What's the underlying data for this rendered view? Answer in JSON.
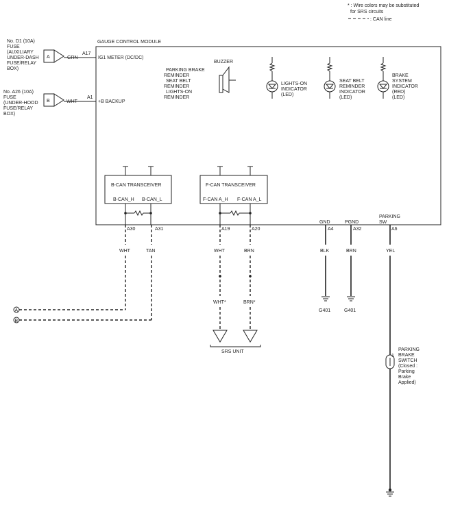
{
  "legend": {
    "substitute_note_1": "* : Wire colors may be substituted",
    "substitute_note_2": "for SRS circuits",
    "can_line": ": CAN line"
  },
  "module": {
    "title": "GAUGE CONTROL MODULE",
    "ig1_label": "IG1 METER (DC/DC)",
    "backup_label": "+B BACKUP",
    "buzzer": "BUZZER",
    "reminders": [
      "PARKING BRAKE",
      "REMINDER",
      "SEAT BELT",
      "REMINDER",
      "LIGHTS-ON",
      "REMINDER"
    ],
    "lights_on": [
      "LIGHTS-ON",
      "INDICATOR",
      "(LED)"
    ],
    "seat_belt": [
      "SEAT BELT",
      "REMINDER",
      "INDICATOR",
      "(LED)"
    ],
    "brake": [
      "BRAKE",
      "SYSTEM",
      "INDICATOR",
      "(RED)",
      "(LED)"
    ],
    "b_can": {
      "title": "B-CAN TRANSCEIVER",
      "h": "B-CAN_H",
      "l": "B-CAN_L"
    },
    "f_can": {
      "title": "F-CAN TRANSCEIVER",
      "h": "F-CAN A_H",
      "l": "F-CAN A_L"
    },
    "gnd": "GND",
    "pgnd": "PGND",
    "parking_sw": [
      "PARKING",
      "SW"
    ]
  },
  "fuses": [
    {
      "letter": "A",
      "lines": [
        "No. D1 (10A)",
        "FUSE",
        "(AUXILIARY",
        "UNDER-DASH",
        "FUSE/RELAY",
        "BOX)"
      ],
      "wire": "GRN",
      "pin": "A17"
    },
    {
      "letter": "B",
      "lines": [
        "No. A26 (10A)",
        "FUSE",
        "(UNDER-HOOD",
        "FUSE/RELAY",
        "BOX)"
      ],
      "wire": "WHT",
      "pin": "A1"
    }
  ],
  "bottom_pins": {
    "a30": "A30",
    "a31": "A31",
    "a19": "A19",
    "a20": "A20",
    "a4": "A4",
    "a32": "A32",
    "a6": "A6"
  },
  "wires": {
    "a30": "WHT",
    "a31": "TAN",
    "a19": "WHT",
    "a20": "BRN",
    "a4": "BLK",
    "a32": "BRN",
    "a6": "YEL",
    "srs_wht": "WHT*",
    "srs_brn": "BRN*"
  },
  "connectors": {
    "a": "A",
    "b": "B"
  },
  "grounds": {
    "g1": "G401",
    "g2": "G401"
  },
  "srs_unit": "SRS UNIT",
  "switch": {
    "pin": "1",
    "lines": [
      "PARKING",
      "BRAKE",
      "SWITCH",
      "(Closed :",
      "Parking",
      "Brake",
      "Applied)"
    ]
  }
}
